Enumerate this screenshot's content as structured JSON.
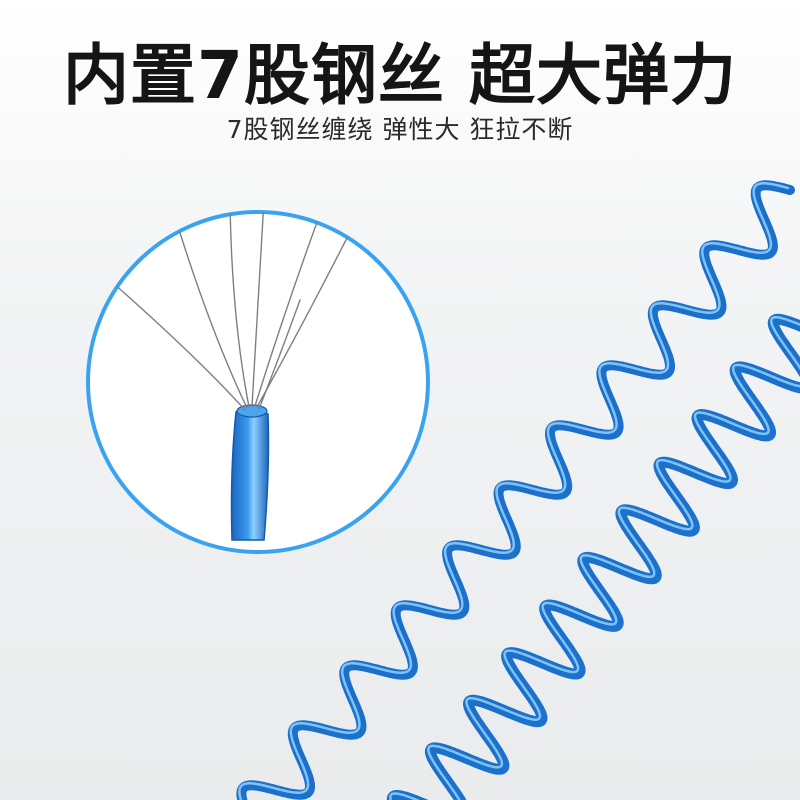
{
  "headline": {
    "text": "内置7股钢丝 超大弹力"
  },
  "subheadline": {
    "text": "7股钢丝缠绕  弹性大  狂拉不断"
  },
  "colors": {
    "coil_blue": "#1e78d2",
    "coil_highlight": "#7cc4ff",
    "circle_border": "#3aa3f0",
    "wire_grey": "#8a8a8a"
  },
  "images": {
    "inset": "wire-strands-closeup",
    "product": "blue-spiral-coil-cords"
  }
}
